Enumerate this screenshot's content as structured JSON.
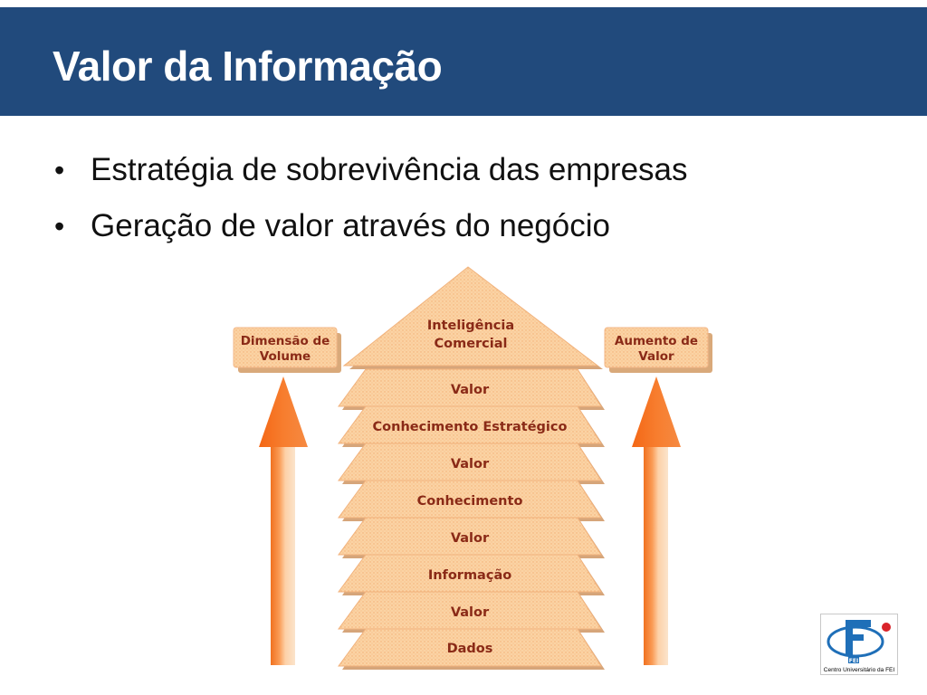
{
  "slide": {
    "title": "Valor da Informação",
    "bullets": [
      "Estratégia de sobrevivência das empresas",
      "Geração de valor através do negócio"
    ]
  },
  "diagram": {
    "apex": [
      "Inteligência",
      "Comercial"
    ],
    "layers": [
      "Valor",
      "Conhecimento Estratégico",
      "Valor",
      "Conhecimento",
      "Valor",
      "Informação",
      "Valor",
      "Dados"
    ],
    "left_box": [
      "Dimensão de",
      "Volume"
    ],
    "right_box": [
      "Aumento de",
      "Valor"
    ],
    "colors": {
      "layer_fill": "#fbd09e",
      "text": "#8a2a17",
      "arrow": "#f46f1e"
    }
  },
  "logo": {
    "icon": "fei-logo-icon",
    "caption": "Centro Universitário da FEI"
  }
}
